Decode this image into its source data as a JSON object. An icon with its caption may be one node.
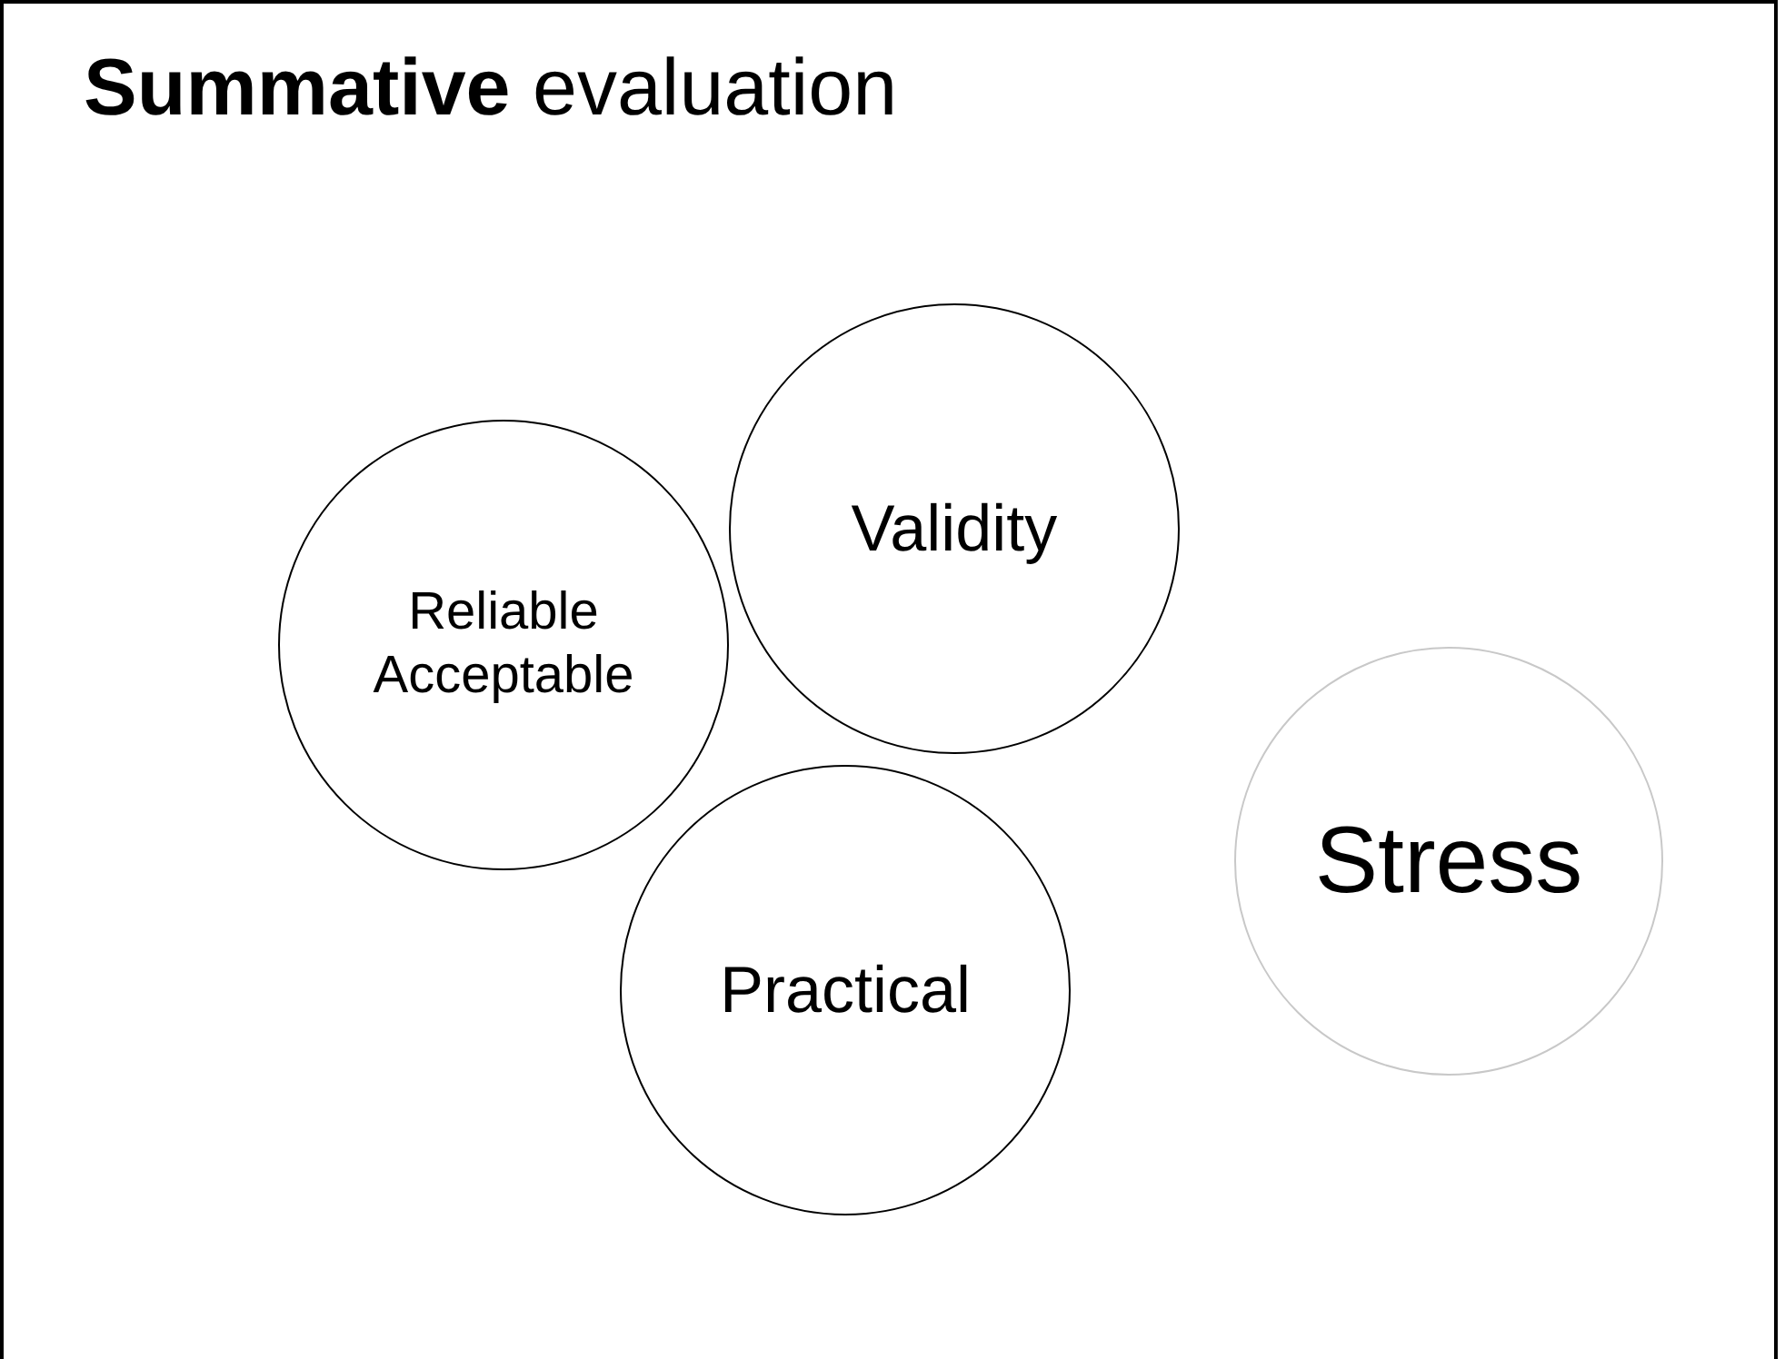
{
  "diagram": {
    "title": "**Summative** evaluation",
    "nodes": [
      {
        "text": [
          "Validity"
        ]
      },
      {
        "text": [
          "Reliable Acceptable"
        ]
      },
      {
        "text": [
          "Stress"
        ]
      },
      {
        "text": [
          "Practical"
        ]
      }
    ]
  }
}
